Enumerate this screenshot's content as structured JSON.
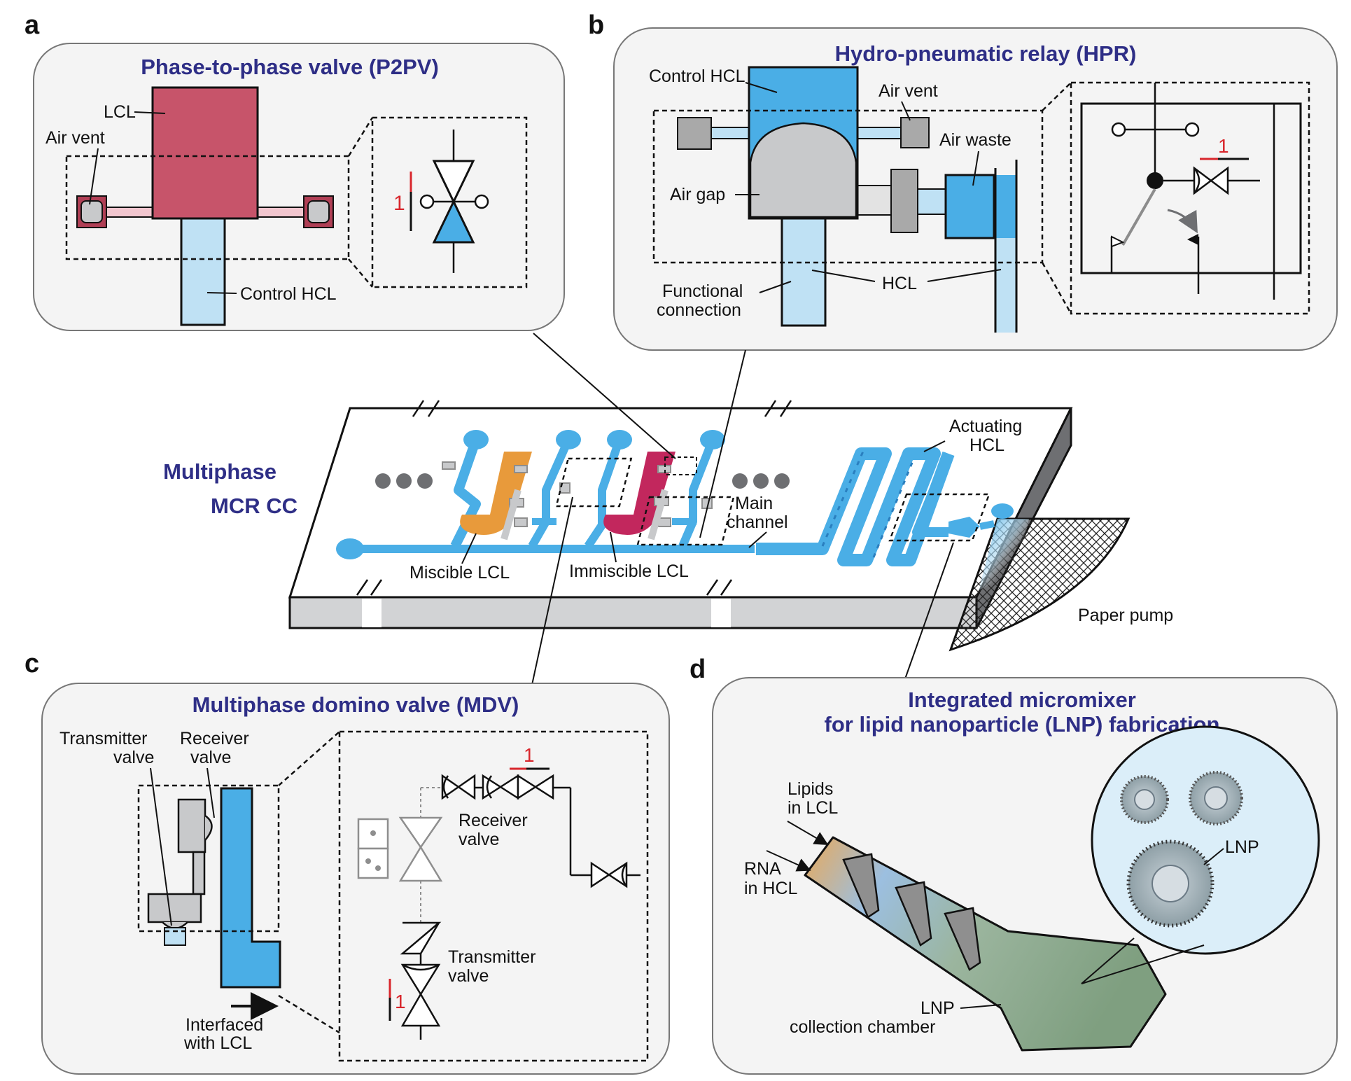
{
  "colors": {
    "blue": "#4aaee6",
    "light_blue": "#bfe1f4",
    "lcl_red": "#c7546a",
    "immiscible": "#c2275d",
    "orange": "#e89a3b",
    "grey": "#c8c9cb",
    "dark_grey": "#6e6f72",
    "title_blue": "#2e2e86",
    "panel_bg": "#f4f4f4",
    "green": "#8aa78a"
  },
  "panels": {
    "a": {
      "letter": "a",
      "title": "Phase-to-phase valve (P2PV)",
      "labels": {
        "lcl": "LCL",
        "air_vent": "Air vent",
        "control_hcl": "Control HCL",
        "one": "1"
      }
    },
    "b": {
      "letter": "b",
      "title": "Hydro-pneumatic relay (HPR)",
      "labels": {
        "control_hcl": "Control HCL",
        "air_vent": "Air vent",
        "air_waste": "Air waste",
        "air_gap": "Air gap",
        "functional_1": "Functional",
        "functional_2": "connection",
        "hcl": "HCL",
        "one": "1"
      }
    },
    "center": {
      "title_1": "Multiphase",
      "title_2": "MCR CC",
      "labels": {
        "actuating_1": "Actuating",
        "actuating_2": "HCL",
        "main_1": "Main",
        "main_2": "channel",
        "miscible": "Miscible LCL",
        "immiscible": "Immiscible LCL",
        "paper_pump": "Paper pump"
      }
    },
    "c": {
      "letter": "c",
      "title": "Multiphase domino valve (MDV)",
      "labels": {
        "transmitter_1": "Transmitter",
        "transmitter_2": "valve",
        "receiver_1": "Receiver",
        "receiver_2": "valve",
        "interfaced_1": "Interfaced",
        "interfaced_2": "with LCL",
        "one": "1"
      }
    },
    "d": {
      "letter": "d",
      "title_1": "Integrated micromixer",
      "title_2": "for lipid nanoparticle (LNP) fabrication",
      "labels": {
        "lipids_1": "Lipids",
        "lipids_2": "in LCL",
        "rna_1": "RNA",
        "rna_2": "in HCL",
        "lnp": "LNP",
        "collection_1": "LNP",
        "collection_2": "collection chamber"
      }
    }
  }
}
